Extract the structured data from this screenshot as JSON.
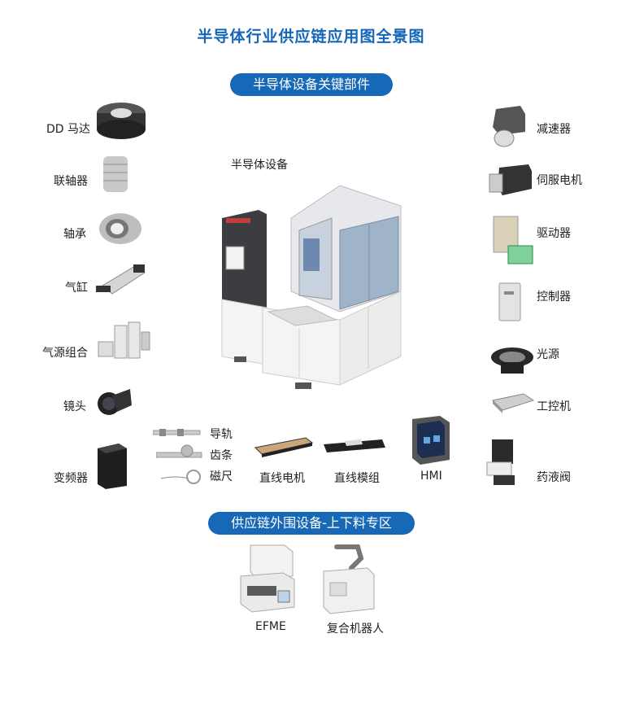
{
  "title": "半导体行业供应链应用图全景图",
  "section_key_parts": "半导体设备关键部件",
  "section_peripheral": "供应链外围设备-上下料专区",
  "center_label": "半导体设备",
  "left_items": [
    "DD 马达",
    "联轴器",
    "轴承",
    "气缸",
    "气源组合",
    "镜头",
    "变频器"
  ],
  "right_items": [
    "减速器",
    "伺服电机",
    "驱动器",
    "控制器",
    "光源",
    "工控机",
    "药液阀"
  ],
  "bottom_items": {
    "guide": "导轨",
    "rack": "齿条",
    "magnetic_scale": "磁尺",
    "linear_motor": "直线电机",
    "linear_module": "直线模组",
    "hmi": "HMI"
  },
  "peripheral_items": [
    "EFME",
    "复合机器人"
  ],
  "colors": {
    "accent": "#1769b8",
    "title": "#1466b8"
  }
}
